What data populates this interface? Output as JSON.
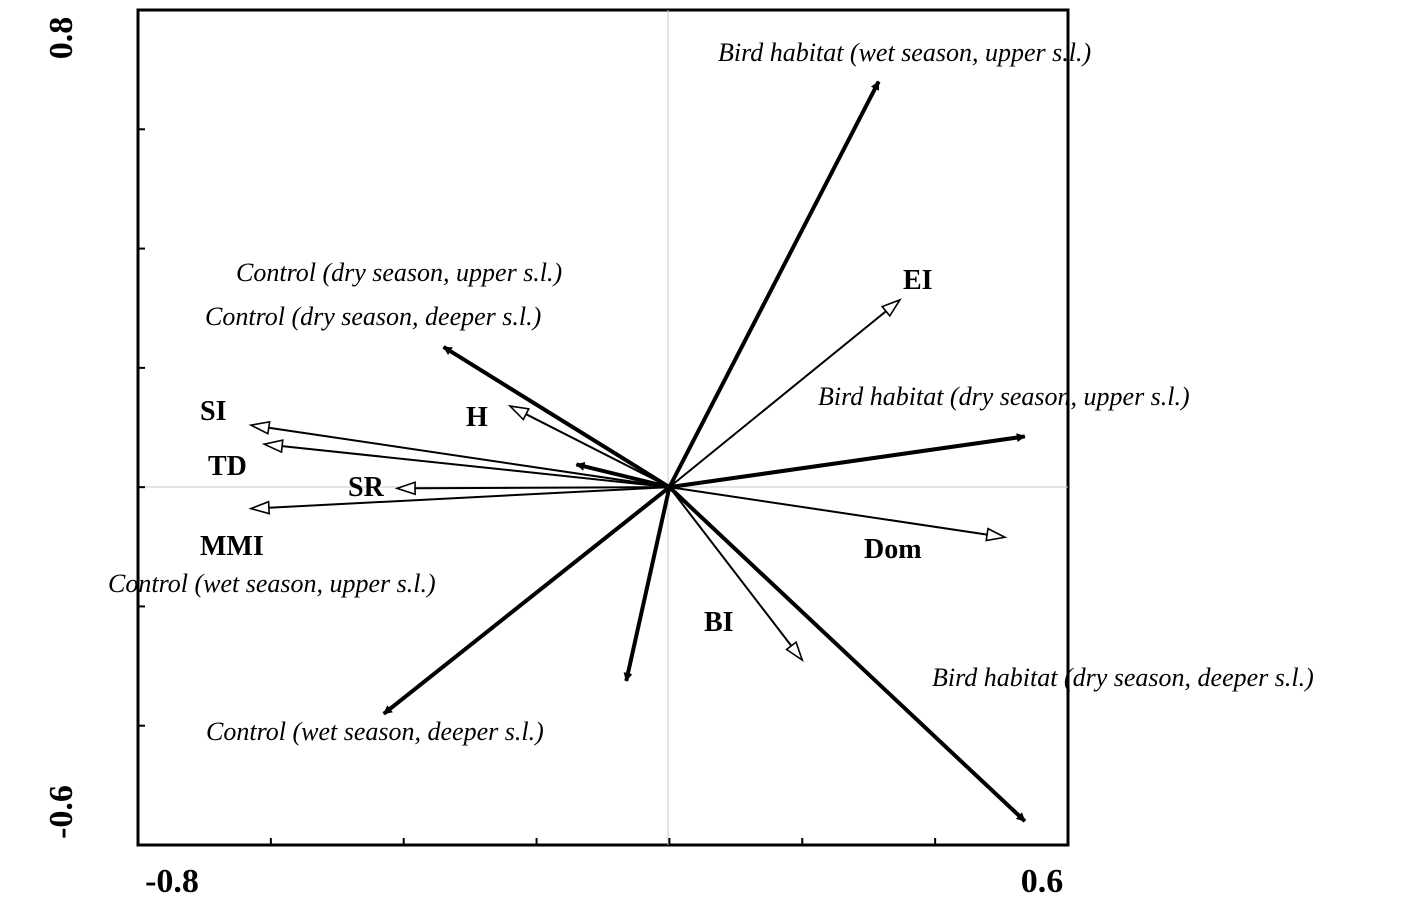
{
  "chart_data": {
    "type": "scatter",
    "subtype": "ordination-biplot",
    "title": "",
    "xlabel": "",
    "ylabel": "",
    "xlim": [
      -0.8,
      0.6
    ],
    "ylim": [
      -0.6,
      0.8
    ],
    "x_tick_labels": [
      "-0.8",
      "0.6"
    ],
    "y_tick_labels": [
      "0.8",
      "-0.6"
    ],
    "x_minor_ticks": [
      -0.6,
      -0.4,
      -0.2,
      0.0,
      0.2,
      0.4
    ],
    "y_minor_ticks": [
      -0.4,
      -0.2,
      0.0,
      0.2,
      0.4,
      0.6
    ],
    "grid": false,
    "zero_lines": true,
    "response_vectors": [
      {
        "name": "SI",
        "x": -0.63,
        "y": 0.104
      },
      {
        "name": "TD",
        "x": -0.61,
        "y": 0.072
      },
      {
        "name": "SR",
        "x": -0.41,
        "y": -0.002
      },
      {
        "name": "MMI",
        "x": -0.63,
        "y": -0.036
      },
      {
        "name": "H",
        "x": -0.24,
        "y": 0.136
      },
      {
        "name": "EI",
        "x": 0.347,
        "y": 0.314
      },
      {
        "name": "Dom",
        "x": 0.505,
        "y": -0.084
      },
      {
        "name": "BI",
        "x": 0.2,
        "y": -0.29
      }
    ],
    "site_vectors": [
      {
        "name": "Bird habitat (wet season, upper s.l.)",
        "x": 0.315,
        "y": 0.68
      },
      {
        "name": "Control (dry season, upper s.l.)",
        "x": -0.34,
        "y": 0.235
      },
      {
        "name": "Control (dry season, deeper s.l.)",
        "x": -0.14,
        "y": 0.038
      },
      {
        "name": "Bird habitat (dry season, upper s.l.)",
        "x": 0.535,
        "y": 0.085
      },
      {
        "name": "Control (wet season, upper s.l.)",
        "x": -0.065,
        "y": -0.325
      },
      {
        "name": "Control (wet season, deeper s.l.)",
        "x": -0.43,
        "y": -0.38
      },
      {
        "name": "Bird habitat (dry season, deeper s.l.)",
        "x": 0.535,
        "y": -0.56
      }
    ]
  }
}
